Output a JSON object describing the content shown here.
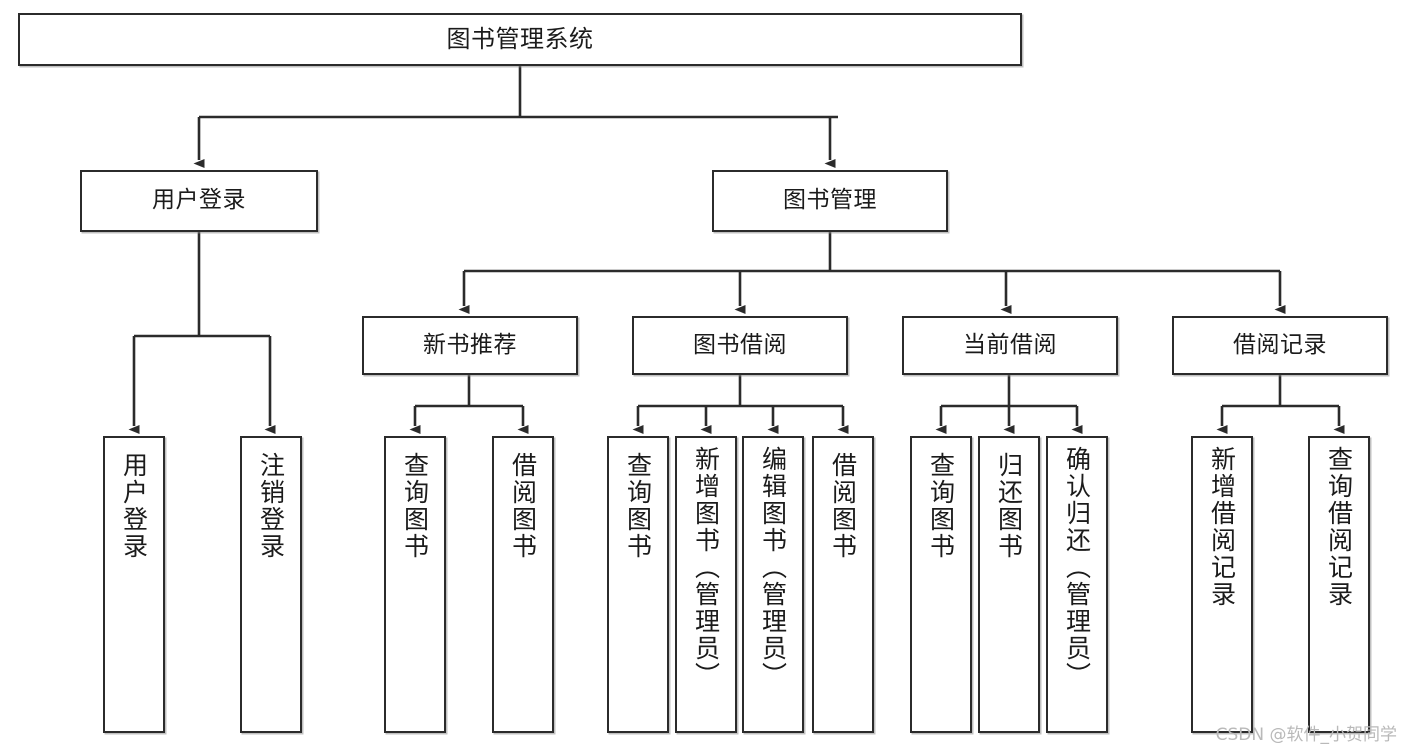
{
  "diagram": {
    "title": "图书管理系统",
    "type": "tree-hierarchy-chart",
    "watermark": "CSDN @软件_小贺同学",
    "colors": {
      "stroke": "#2b2b2b",
      "fill": "#ffffff",
      "text": "#1b1b1b",
      "watermark": "#b9b9b9"
    },
    "levels": {
      "root": {
        "label": "图书管理系统"
      },
      "level2": [
        {
          "id": "user-login",
          "label": "用户登录"
        },
        {
          "id": "book-manage",
          "label": "图书管理"
        }
      ],
      "level3": [
        {
          "id": "new-book-recommend",
          "label": "新书推荐"
        },
        {
          "id": "book-borrow",
          "label": "图书借阅"
        },
        {
          "id": "current-borrow",
          "label": "当前借阅"
        },
        {
          "id": "borrow-record",
          "label": "借阅记录"
        }
      ],
      "leaves": {
        "user_login": [
          {
            "id": "leaf-user-login",
            "label": "用户登录"
          },
          {
            "id": "leaf-logout-login",
            "label": "注销登录"
          }
        ],
        "new_book_recommend": [
          {
            "id": "leaf-query-book-1",
            "label": "查询图书"
          },
          {
            "id": "leaf-borrow-book-1",
            "label": "借阅图书"
          }
        ],
        "book_borrow": [
          {
            "id": "leaf-query-book-2",
            "label": "查询图书"
          },
          {
            "id": "leaf-add-book",
            "label": "新增图书（管理员）"
          },
          {
            "id": "leaf-edit-book",
            "label": "编辑图书（管理员）"
          },
          {
            "id": "leaf-borrow-book-2",
            "label": "借阅图书"
          }
        ],
        "current_borrow": [
          {
            "id": "leaf-query-book-3",
            "label": "查询图书"
          },
          {
            "id": "leaf-return-book",
            "label": "归还图书"
          },
          {
            "id": "leaf-confirm-return",
            "label": "确认归还（管理员）"
          }
        ],
        "borrow_record": [
          {
            "id": "leaf-add-record",
            "label": "新增借阅记录"
          },
          {
            "id": "leaf-query-record",
            "label": "查询借阅记录"
          }
        ]
      }
    }
  }
}
